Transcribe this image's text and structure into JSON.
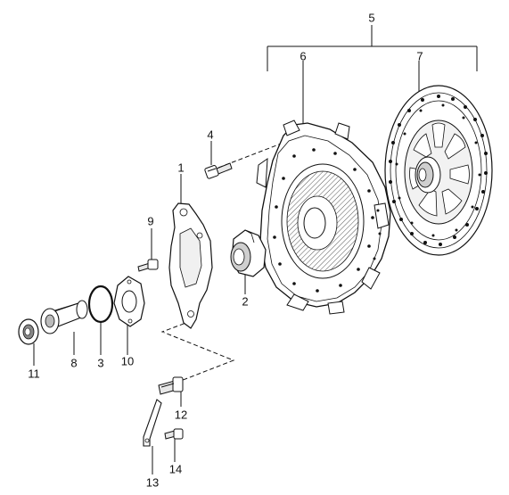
{
  "callouts": {
    "c1": "1",
    "c2": "2",
    "c3": "3",
    "c4": "4",
    "c5": "5",
    "c6": "6",
    "c7": "7",
    "c8": "8",
    "c9": "9",
    "c10": "10",
    "c11": "11",
    "c12": "12",
    "c13": "13",
    "c14": "14"
  },
  "colors": {
    "line": "#111111",
    "fill": "#ffffff",
    "shade": "#d9d9d9",
    "dark": "#444444"
  }
}
